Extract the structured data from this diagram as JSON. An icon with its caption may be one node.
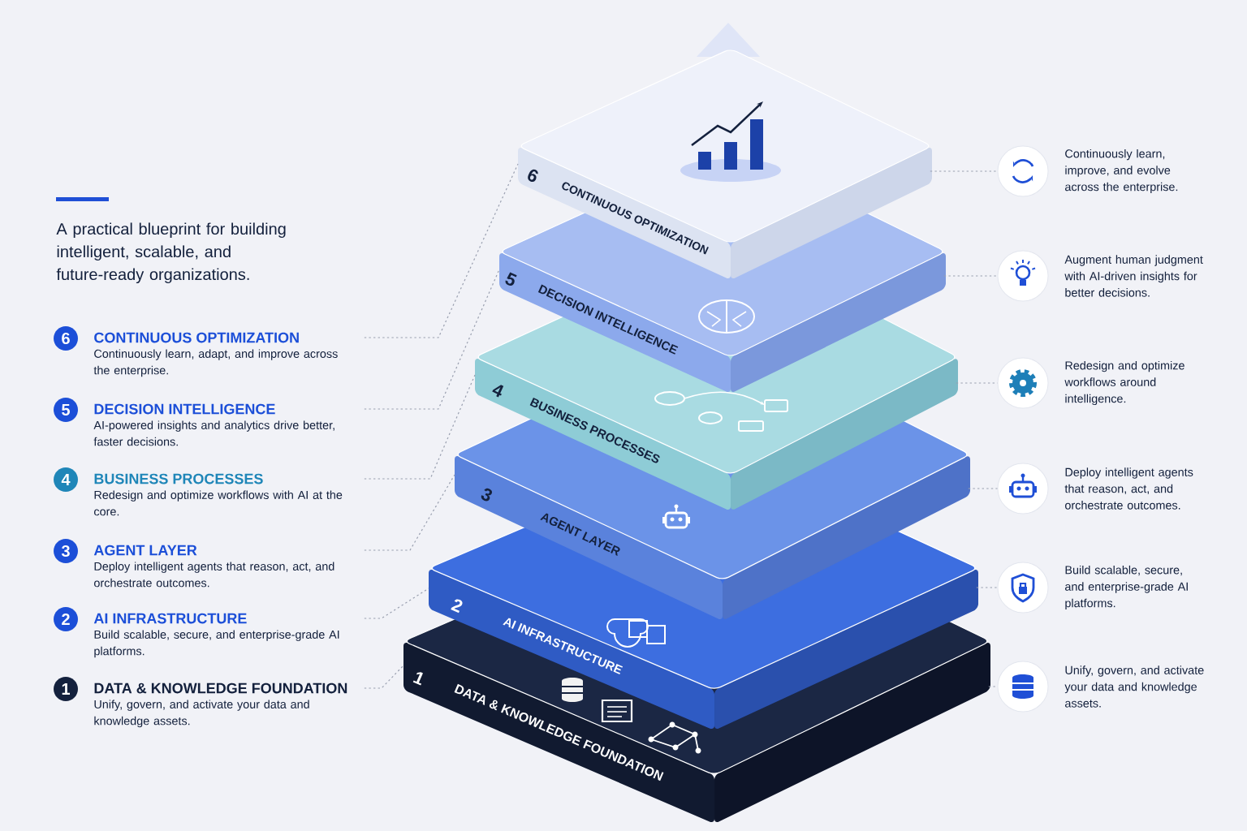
{
  "diagram": {
    "title": "A practical blueprint for building intelligent, scalable, and future-ready organizations.",
    "nodes": [
      {
        "text": [
          "6",
          "CONTINUOUS OPTIMIZATION",
          "Continuously learn, adapt, and improve across the enterprise."
        ]
      },
      {
        "text": [
          "5",
          "DECISION INTELLIGENCE",
          "AI-powered insights and analytics drive better, faster decisions."
        ]
      },
      {
        "text": [
          "4",
          "BUSINESS PROCESSES",
          "Redesign and optimize workflows with AI at the core."
        ]
      },
      {
        "text": [
          "3",
          "AGENT LAYER",
          "Deploy intelligent agents that reason, act, and orchestrate outcomes."
        ]
      },
      {
        "text": [
          "2",
          "AI INFRASTRUCTURE",
          "Build scalable, secure, and enterprise-grade AI platforms."
        ]
      },
      {
        "text": [
          "1",
          "DATA & KNOWLEDGE FOUNDATION",
          "Unify, govern, and activate your data and knowledge assets."
        ]
      },
      {
        "text": [
          "6",
          "CONTINUOUS OPTIMIZATION"
        ]
      },
      {
        "text": [
          "5",
          "DECISION INTELLIGENCE"
        ]
      },
      {
        "text": [
          "4",
          "BUSINESS PROCESSES"
        ]
      },
      {
        "text": [
          "3",
          "AGENT LAYER"
        ]
      },
      {
        "text": [
          "2",
          "AI INFRASTRUCTURE"
        ]
      },
      {
        "text": [
          "1",
          "DATA & KNOWLEDGE FOUNDATION"
        ]
      },
      {
        "text": [],
        "shape": "circle",
        "beside": [
          "Continuously learn, improve, and evolve across the enterprise."
        ]
      },
      {
        "text": [],
        "shape": "circle",
        "beside": [
          "Augment human judgment with AI-driven insights for better decisions."
        ]
      },
      {
        "text": [],
        "shape": "circle",
        "beside": [
          "Redesign and optimize workflows around intelligence."
        ]
      },
      {
        "text": [],
        "shape": "circle",
        "beside": [
          "Deploy intelligent agents that reason, act, and orchestrate outcomes."
        ]
      },
      {
        "text": [],
        "shape": "circle",
        "beside": [
          "Build scalable, secure, and enterprise-grade AI platforms."
        ]
      },
      {
        "text": [],
        "shape": "circle",
        "beside": [
          "Unify, govern, and activate your data and knowledge assets."
        ]
      }
    ],
    "edges": [
      {
        "from": 0,
        "to": 6,
        "arrow": "none",
        "style": "dashed"
      },
      {
        "from": 6,
        "to": 12,
        "arrow": "none",
        "style": "dashed"
      },
      {
        "from": 1,
        "to": 7,
        "arrow": "none",
        "style": "dashed"
      },
      {
        "from": 7,
        "to": 13,
        "arrow": "none",
        "style": "dashed"
      },
      {
        "from": 2,
        "to": 8,
        "arrow": "none",
        "style": "dashed"
      },
      {
        "from": 8,
        "to": 14,
        "arrow": "none",
        "style": "dashed"
      },
      {
        "from": 3,
        "to": 9,
        "arrow": "none",
        "style": "dashed"
      },
      {
        "from": 9,
        "to": 15,
        "arrow": "none",
        "style": "dashed"
      },
      {
        "from": 4,
        "to": 10,
        "arrow": "none",
        "style": "dashed"
      },
      {
        "from": 10,
        "to": 16,
        "arrow": "none",
        "style": "dashed"
      },
      {
        "from": 5,
        "to": 11,
        "arrow": "none",
        "style": "dashed"
      },
      {
        "from": 11,
        "to": 17,
        "arrow": "none",
        "style": "dashed"
      }
    ]
  }
}
